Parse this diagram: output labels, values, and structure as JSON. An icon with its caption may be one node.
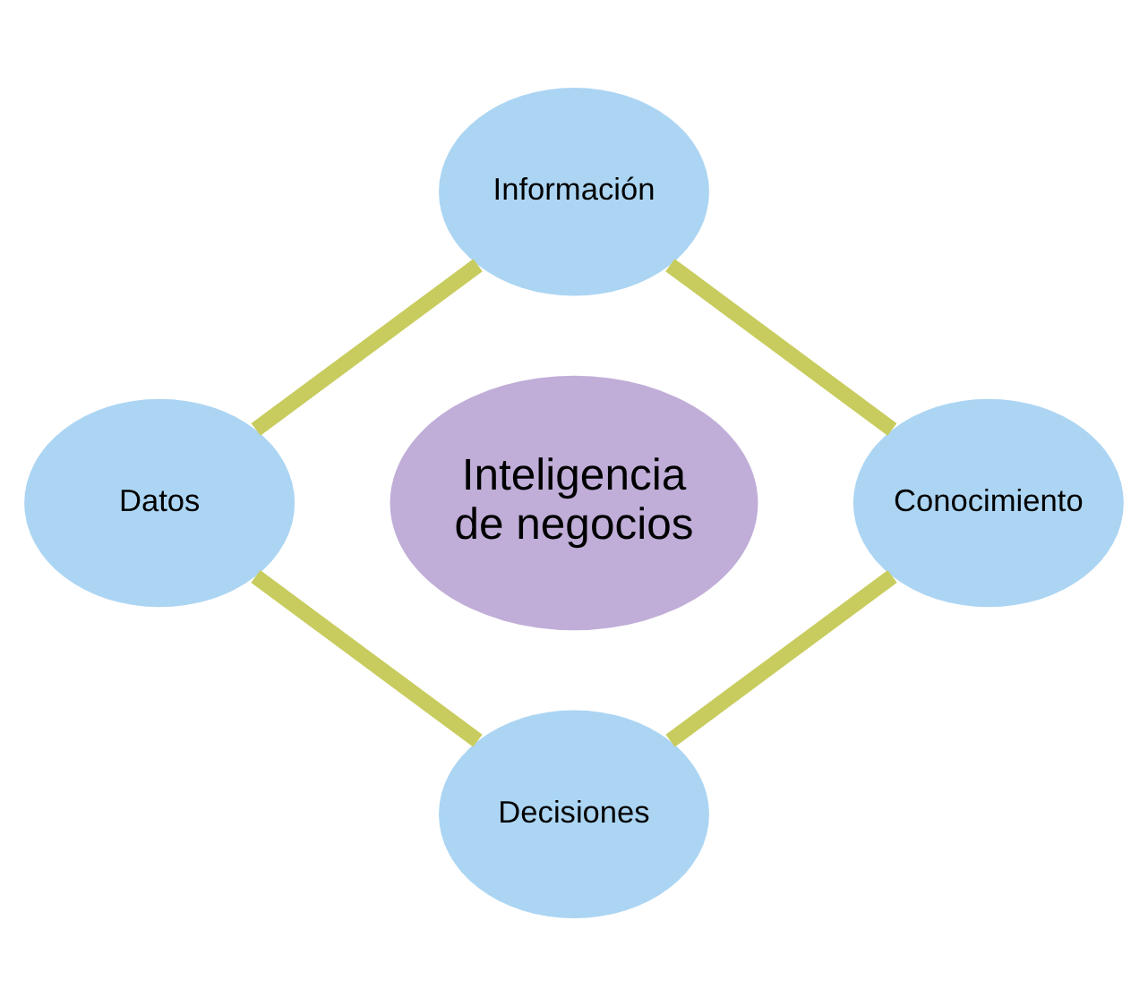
{
  "diagram": {
    "nodes": [
      {
        "text": [
          "Información"
        ]
      },
      {
        "text": [
          "Datos"
        ]
      },
      {
        "text": [
          "Inteligencia de negocios"
        ]
      },
      {
        "text": [
          "Conocimiento"
        ]
      },
      {
        "text": [
          "Decisiones"
        ]
      }
    ],
    "edges": [
      {
        "from": 0,
        "to": 3,
        "arrow": "none"
      },
      {
        "from": 3,
        "to": 4,
        "arrow": "none"
      },
      {
        "from": 1,
        "to": 4,
        "arrow": "none"
      },
      {
        "from": 0,
        "to": 1,
        "arrow": "none"
      }
    ]
  }
}
